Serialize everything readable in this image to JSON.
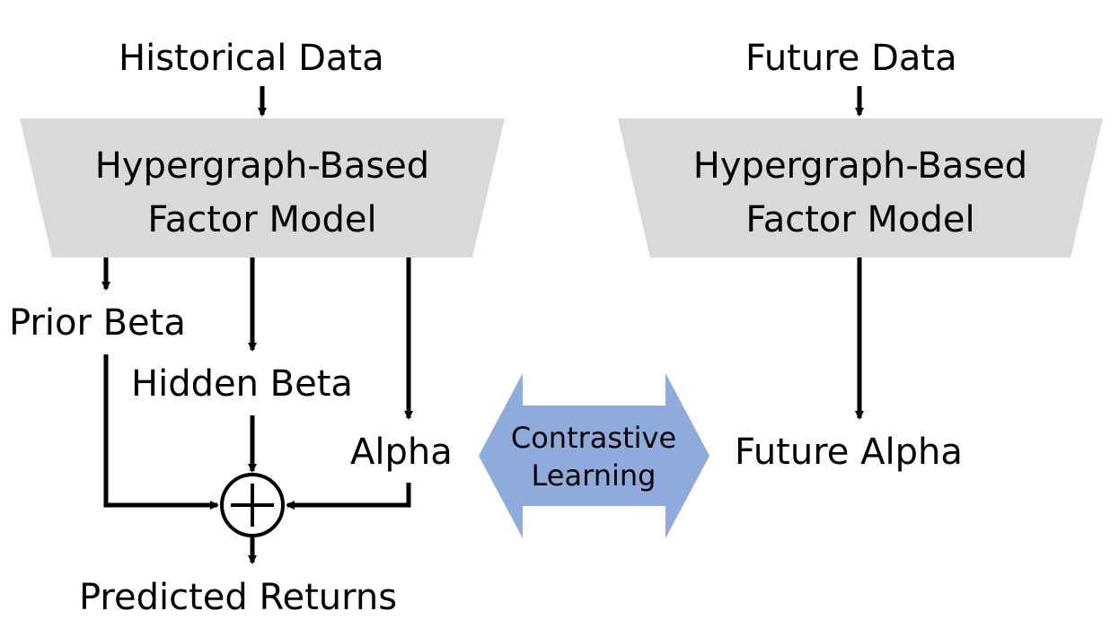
{
  "left": {
    "input_label": "Historical Data",
    "model_line1": "Hypergraph-Based",
    "model_line2": "Factor Model",
    "prior_beta": "Prior Beta",
    "hidden_beta": "Hidden Beta",
    "alpha": "Alpha",
    "output_label": "Predicted Returns"
  },
  "right": {
    "input_label": "Future Data",
    "model_line1": "Hypergraph-Based",
    "model_line2": "Factor Model",
    "output_label": "Future Alpha"
  },
  "contrastive": {
    "line1": "Contrastive",
    "line2": "Learning"
  },
  "colors": {
    "block_fill": "#d9d9d9",
    "arrow_fill": "#8faadc",
    "line": "#000000"
  }
}
